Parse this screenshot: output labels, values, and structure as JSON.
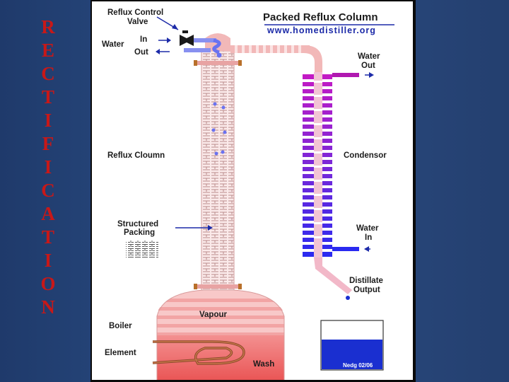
{
  "side_title": [
    "R",
    "E",
    "C",
    "T",
    "I",
    "F",
    "I",
    "C",
    "A",
    "T",
    "I",
    "O",
    "N"
  ],
  "diagram": {
    "title": "Packed Reflux Column",
    "url": "www.homedistiller.org",
    "labels": {
      "reflux_valve_line1": "Reflux Control",
      "reflux_valve_line2": "Valve",
      "water": "Water",
      "in": "In",
      "out": "Out",
      "water_out_line1": "Water",
      "water_out_line2": "Out",
      "reflux_column": "Reflux Cloumn",
      "condensor": "Condensor",
      "structured_line1": "Structured",
      "structured_line2": "Packing",
      "water_in_line1": "Water",
      "water_in_line2": "In",
      "distillate_line1": "Distillate",
      "distillate_line2": "Output",
      "vapour": "Vapour",
      "boiler": "Boiler",
      "element": "Element",
      "wash": "Wash",
      "signature": "Nedg 02/06"
    },
    "colors": {
      "column_stripe": "#f2b8b8",
      "column_dark": "#c89090",
      "boiler_top": "#f4b4b4",
      "wash_fill": "#f07070",
      "condenser_top": "#c018c0",
      "condenser_bottom": "#2828e8",
      "pipe_blue": "#6a72f0",
      "distillate": "#1a2fd0"
    }
  }
}
